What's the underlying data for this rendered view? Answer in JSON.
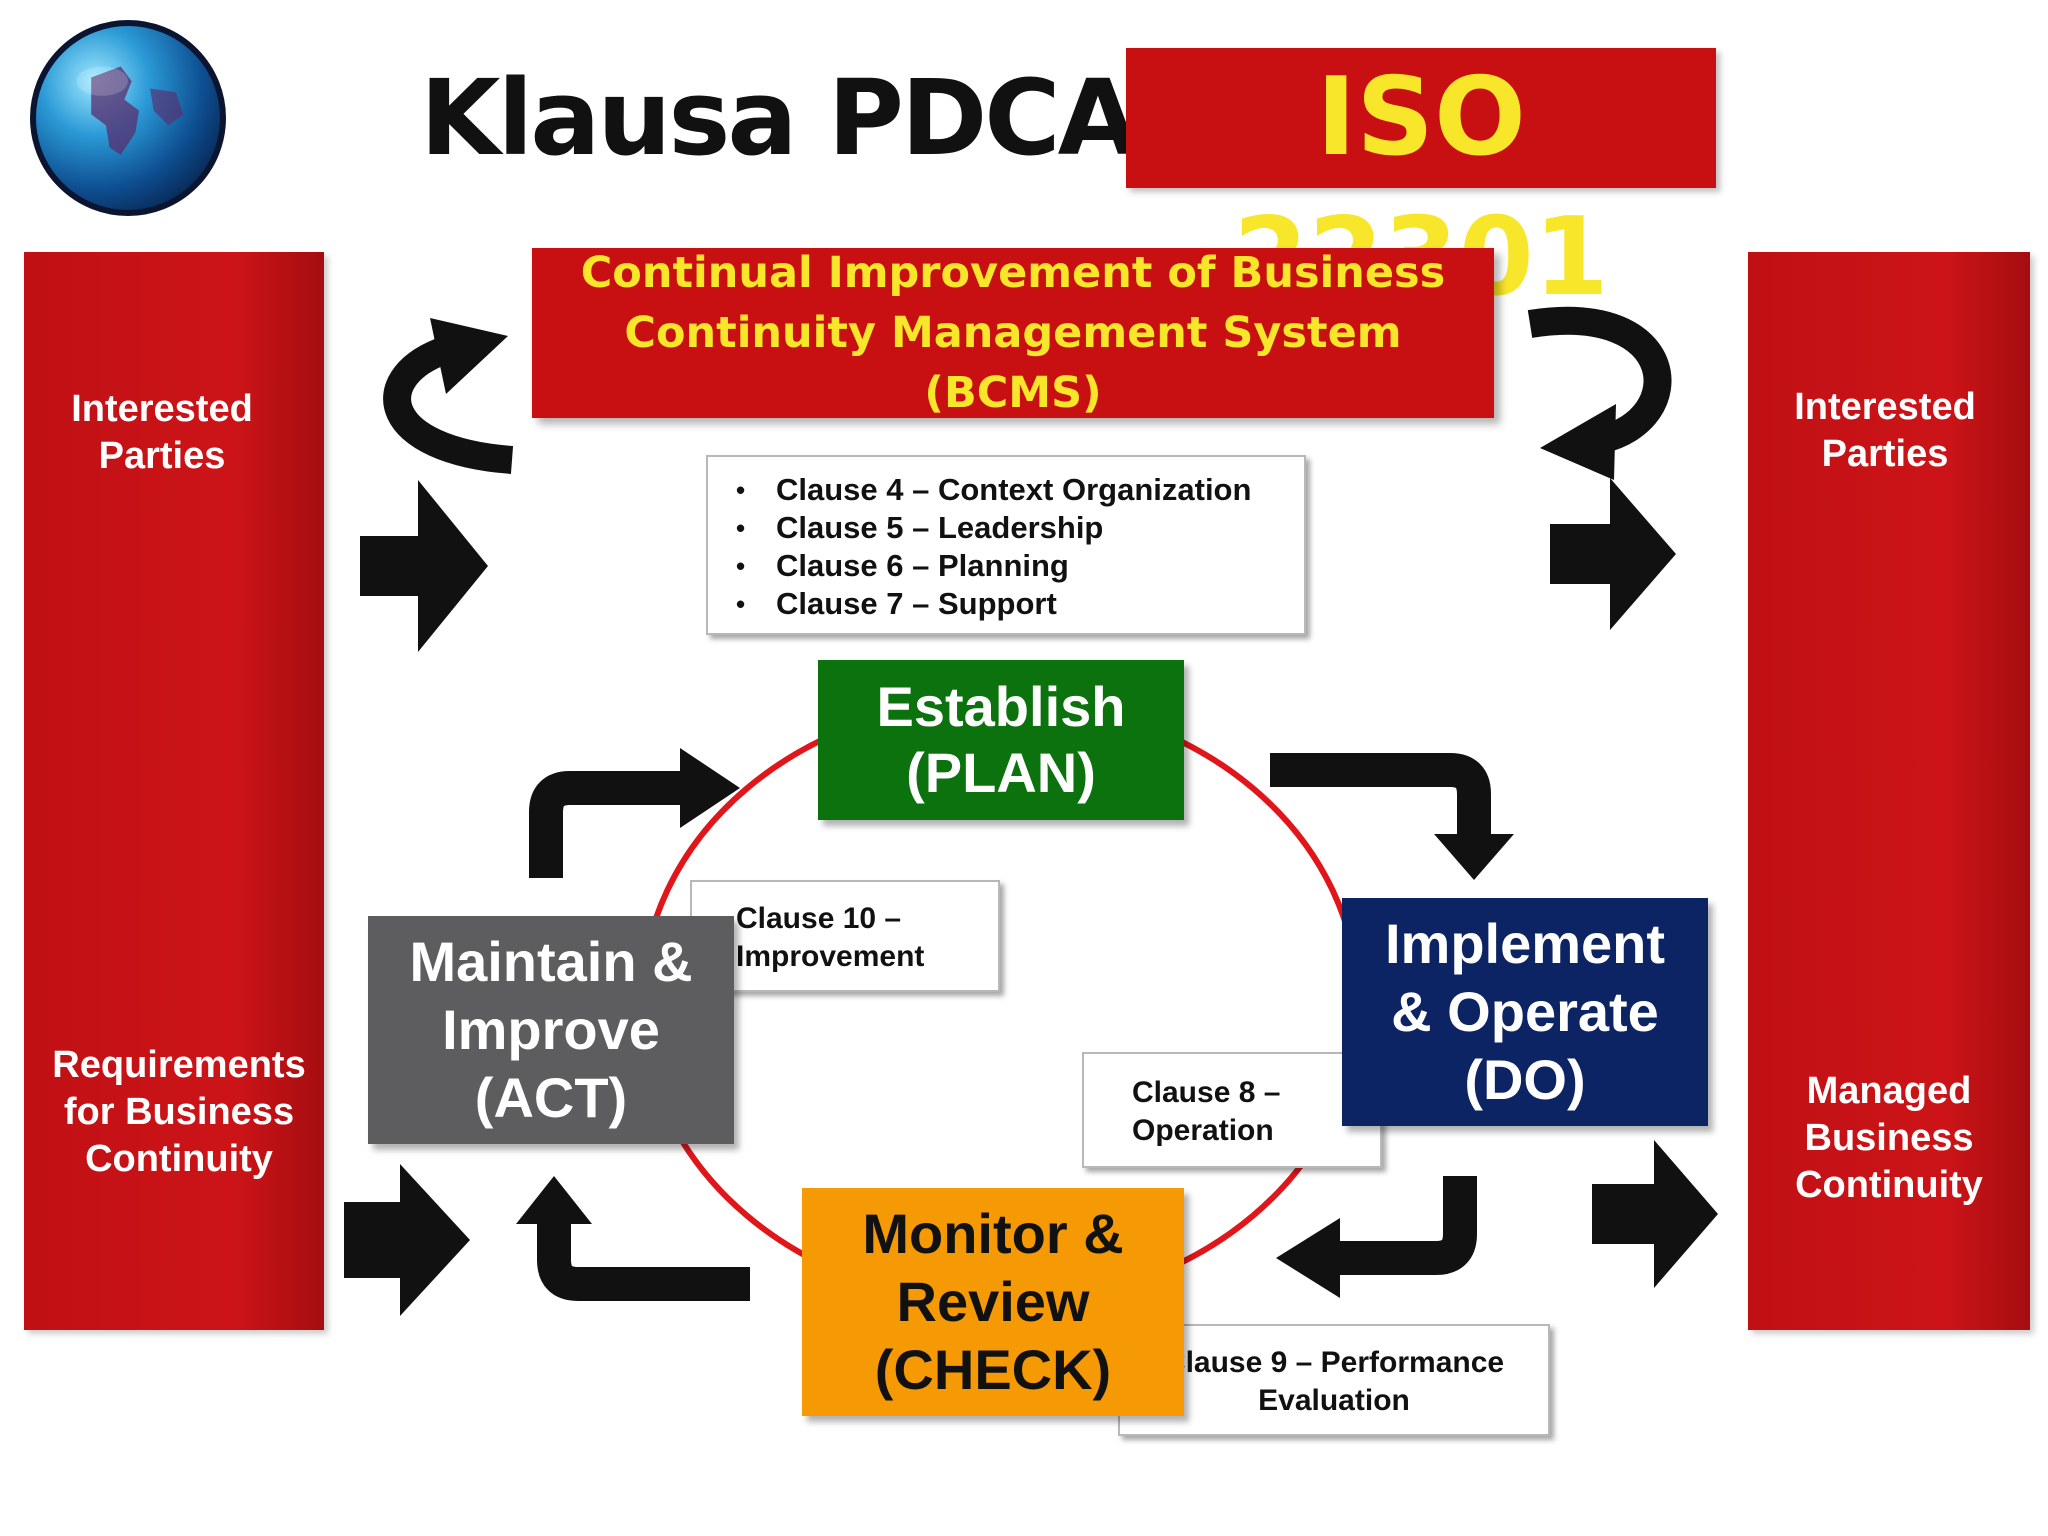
{
  "header": {
    "title": "Klausa PDCA",
    "badge": "ISO 22301",
    "logo_icon": "globe-icon"
  },
  "colors": {
    "red": "#c80f12",
    "yellow": "#f8e62a",
    "plan_green": "#0b720e",
    "do_navy": "#0c2463",
    "check_orange": "#f59a05",
    "act_gray": "#5d5d5f",
    "cycle_red": "#e0161b"
  },
  "banner": {
    "line1": "Continual Improvement of Business",
    "line2": "Continuity Management System (BCMS)"
  },
  "left_bar": {
    "top_label_line1": "Interested",
    "top_label_line2": "Parties",
    "bottom_label_line1": "Requirements",
    "bottom_label_line2": "for Business",
    "bottom_label_line3": "Continuity"
  },
  "right_bar": {
    "top_label_line1": "Interested",
    "top_label_line2": "Parties",
    "bottom_label_line1": "Managed",
    "bottom_label_line2": "Business",
    "bottom_label_line3": "Continuity"
  },
  "plan_clauses": [
    "Clause 4 – Context Organization",
    "Clause 5 – Leadership",
    "Clause 6 – Planning",
    "Clause 7 – Support"
  ],
  "phases": {
    "plan": {
      "line1": "Establish",
      "line2": "(PLAN)"
    },
    "do": {
      "line1": "Implement",
      "line2": "& Operate",
      "line3": "(DO)"
    },
    "check": {
      "line1": "Monitor &",
      "line2": "Review",
      "line3": "(CHECK)"
    },
    "act": {
      "line1": "Maintain &",
      "line2": "Improve",
      "line3": "(ACT)"
    }
  },
  "clauses": {
    "c10": {
      "line1": "Clause 10 –",
      "line2": "Improvement"
    },
    "c8": {
      "line1": "Clause 8 –",
      "line2": "Operation"
    },
    "c9": {
      "line1": "Clause 9 – Performance",
      "line2": "Evaluation"
    }
  }
}
